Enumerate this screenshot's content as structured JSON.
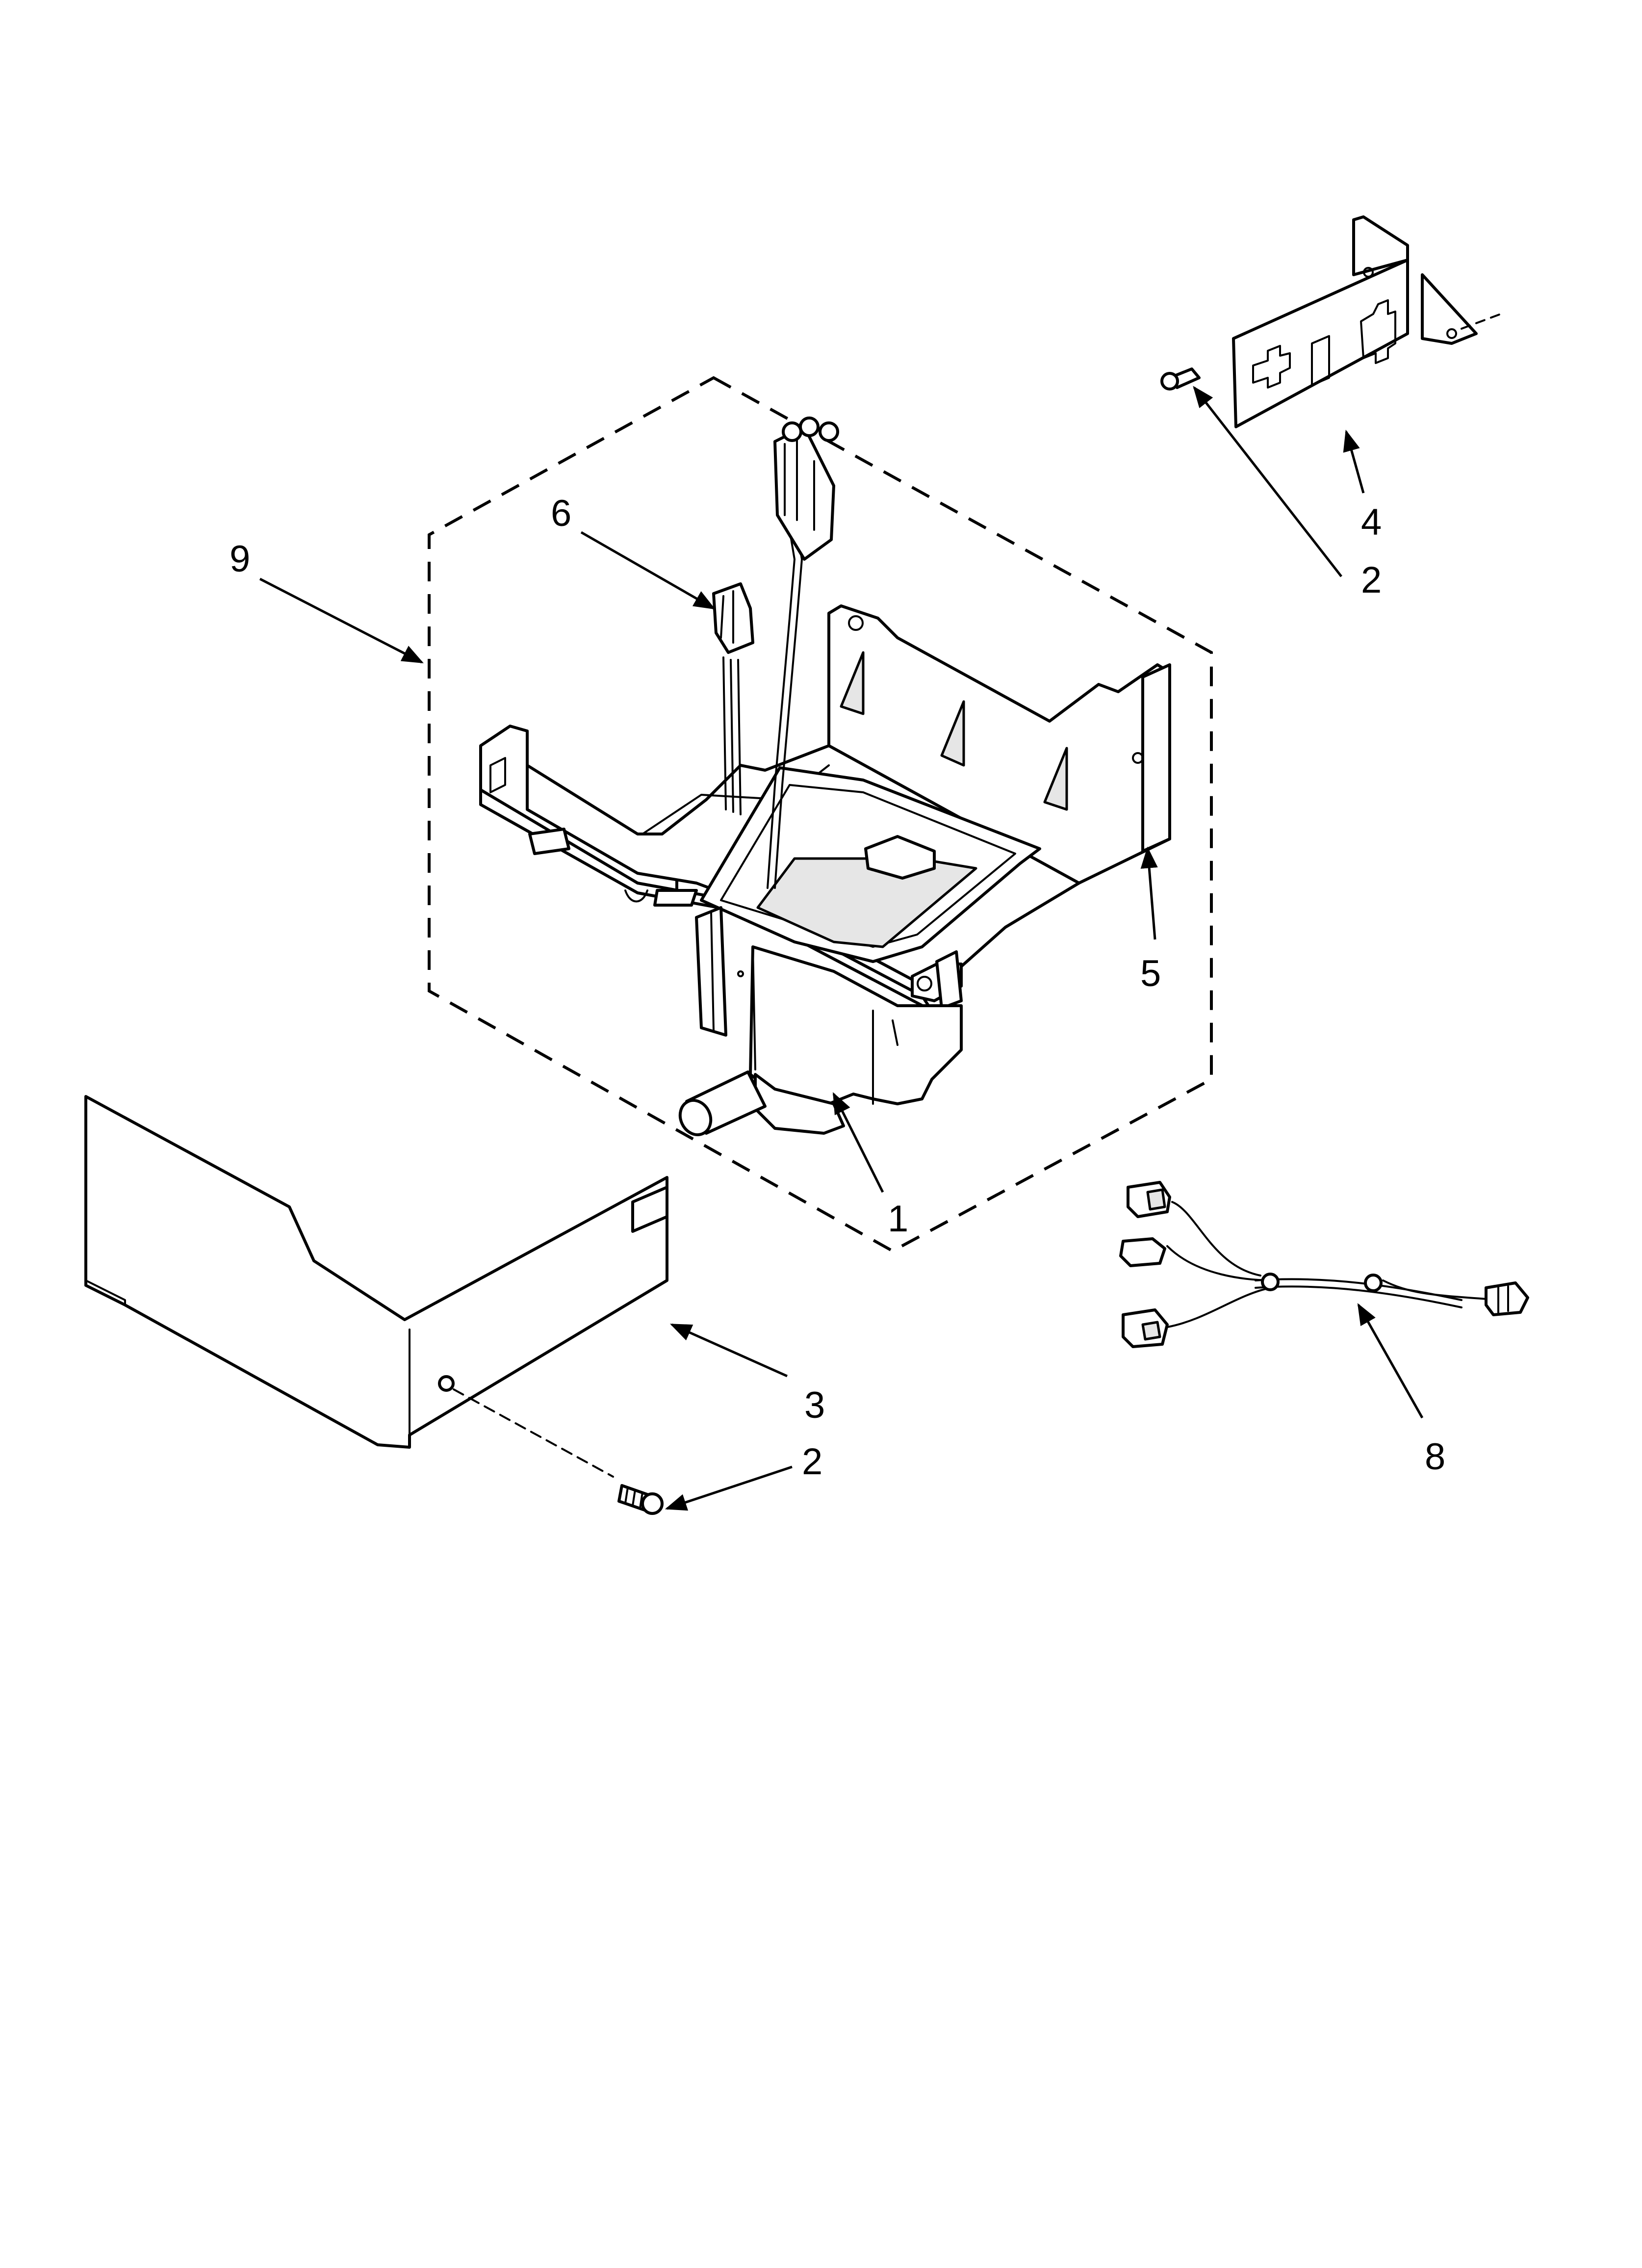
{
  "callouts": {
    "c1": "1",
    "c2a": "2",
    "c2b": "2",
    "c3": "3",
    "c4": "4",
    "c5": "5",
    "c6": "6",
    "c8": "8",
    "c9": "9"
  },
  "colors": {
    "line": "#000000",
    "background": "#ffffff"
  }
}
